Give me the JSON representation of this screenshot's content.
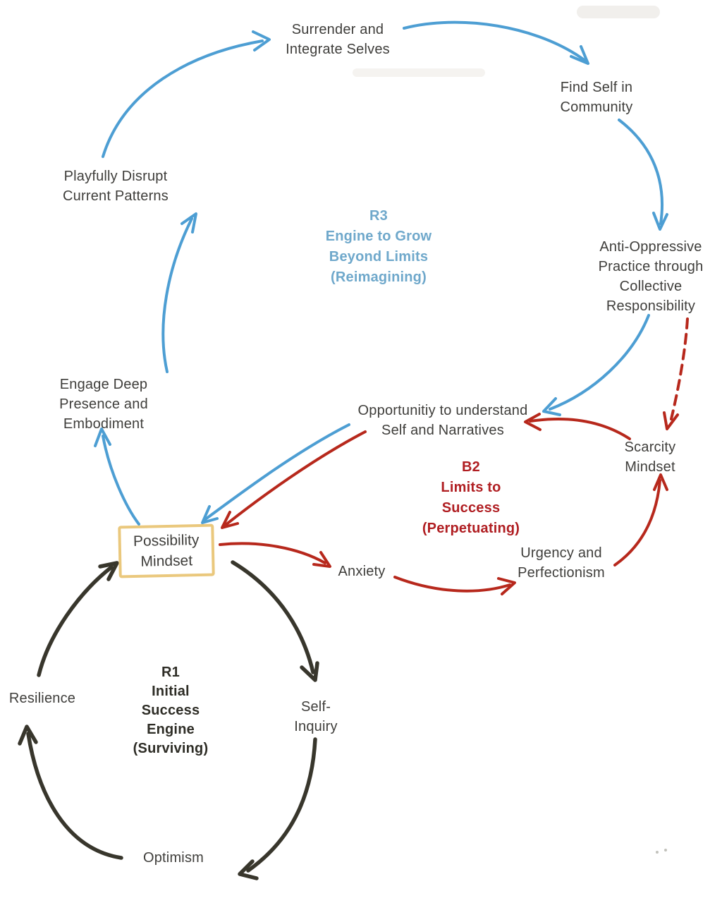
{
  "colors": {
    "blue": "#4d9ed3",
    "blue_text": "#6fa8cb",
    "red": "#b7281c",
    "red_text": "#b01e22",
    "black": "#38362c",
    "black_text": "#2e2d26",
    "text": "#3f3e3b",
    "box_border": "#eac87d"
  },
  "nodes": {
    "surrender": {
      "label": "Surrender and\nIntegrate Selves"
    },
    "find_self": {
      "label": "Find Self in\nCommunity"
    },
    "anti_oppressive": {
      "label": "Anti-Oppressive\nPractice through\nCollective\nResponsibility"
    },
    "playfully_disrupt": {
      "label": "Playfully Disrupt\nCurrent Patterns"
    },
    "engage_deep": {
      "label": "Engage Deep\nPresence and\nEmbodiment"
    },
    "opportunity": {
      "label": "Opportunitiy to understand\nSelf and Narratives"
    },
    "scarcity": {
      "label": "Scarcity\nMindset"
    },
    "urgency": {
      "label": "Urgency and\nPerfectionism"
    },
    "anxiety": {
      "label": "Anxiety"
    },
    "possibility": {
      "label": "Possibility\nMindset"
    },
    "resilience": {
      "label": "Resilience"
    },
    "self_inquiry": {
      "label": "Self-\nInquiry"
    },
    "optimism": {
      "label": "Optimism"
    }
  },
  "loops": {
    "r3": {
      "label": "R3\nEngine to Grow\nBeyond Limits\n(Reimagining)"
    },
    "b2": {
      "label": "B2\nLimits to\nSuccess\n(Perpetuating)"
    },
    "r1": {
      "label": "R1\nInitial\nSuccess\nEngine\n(Surviving)"
    }
  }
}
